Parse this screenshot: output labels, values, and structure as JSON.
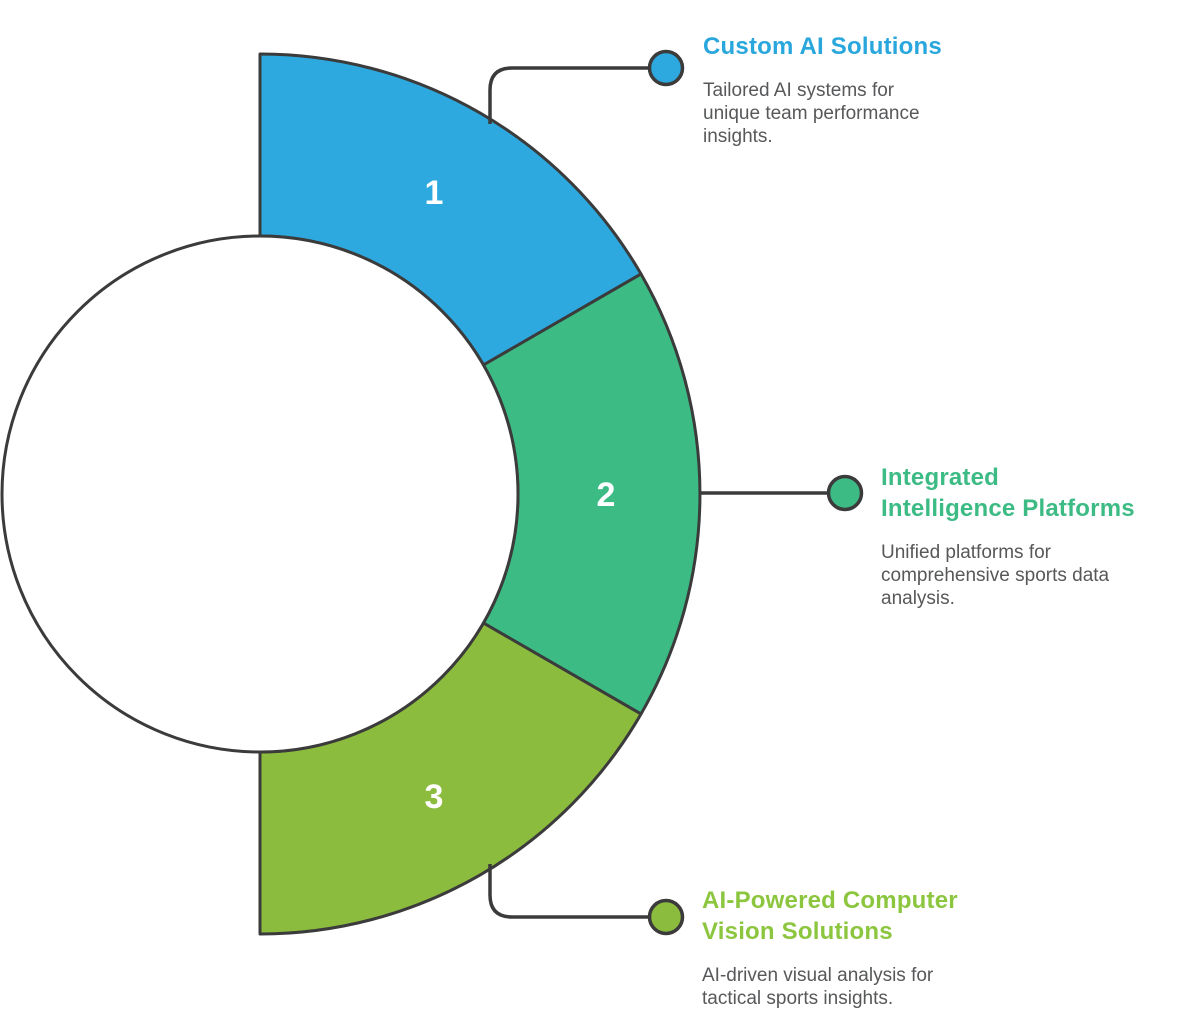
{
  "figure": {
    "background": "#ffffff",
    "outline_color": "#3B3B3B",
    "number_color": "#ffffff",
    "description_color": "#57585A"
  },
  "segments": [
    {
      "number": "1",
      "color": "#2EA9DF",
      "title_color": "#29A7DD",
      "title_lines": [
        "Custom AI Solutions"
      ],
      "description_lines": [
        "Tailored AI systems for",
        "unique team performance",
        "insights."
      ]
    },
    {
      "number": "2",
      "color": "#3DBB85",
      "title_color": "#3DBB85",
      "title_lines": [
        "Integrated",
        "Intelligence Platforms"
      ],
      "description_lines": [
        "Unified platforms for",
        "comprehensive sports data",
        "analysis."
      ]
    },
    {
      "number": "3",
      "color": "#8CBC3E",
      "title_color": "#8CC63F",
      "title_lines": [
        "AI-Powered Computer",
        "Vision Solutions"
      ],
      "description_lines": [
        "AI-driven visual analysis for",
        "tactical sports insights."
      ]
    }
  ]
}
